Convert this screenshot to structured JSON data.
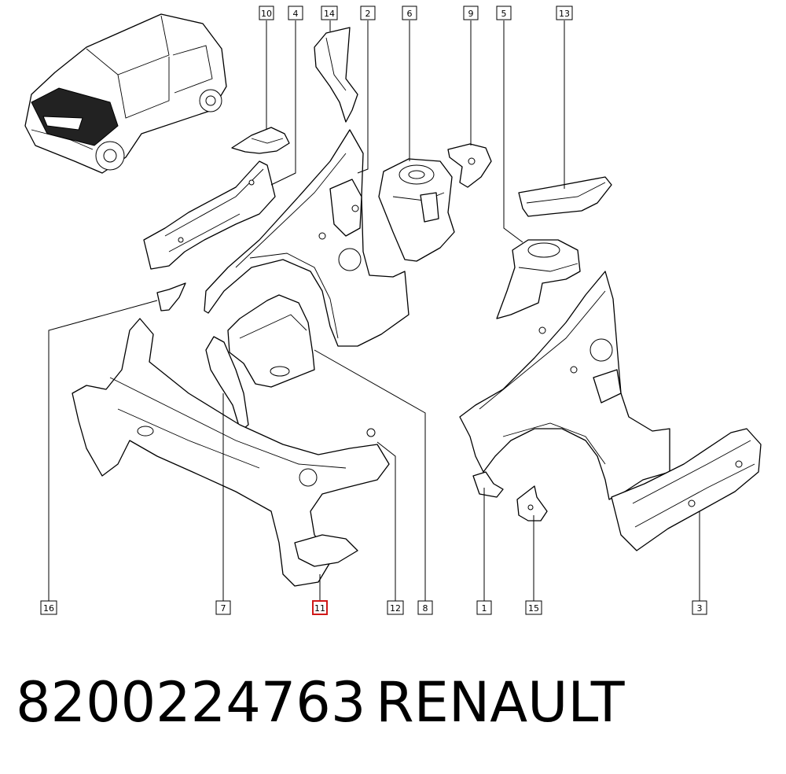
{
  "callouts": [
    {
      "id": "c10",
      "label": "10"
    },
    {
      "id": "c4",
      "label": "4"
    },
    {
      "id": "c14",
      "label": "14"
    },
    {
      "id": "c2",
      "label": "2"
    },
    {
      "id": "c6",
      "label": "6"
    },
    {
      "id": "c9",
      "label": "9"
    },
    {
      "id": "c5",
      "label": "5"
    },
    {
      "id": "c13",
      "label": "13"
    },
    {
      "id": "c16",
      "label": "16"
    },
    {
      "id": "c7",
      "label": "7"
    },
    {
      "id": "c11",
      "label": "11"
    },
    {
      "id": "c12",
      "label": "12"
    },
    {
      "id": "c8",
      "label": "8"
    },
    {
      "id": "c1",
      "label": "1"
    },
    {
      "id": "c15",
      "label": "15"
    },
    {
      "id": "c3",
      "label": "3"
    }
  ],
  "highlighted_callout": "11",
  "highlight_color": "#d01818",
  "footer": {
    "part_number": "8200224763",
    "brand": "RENAULT"
  }
}
